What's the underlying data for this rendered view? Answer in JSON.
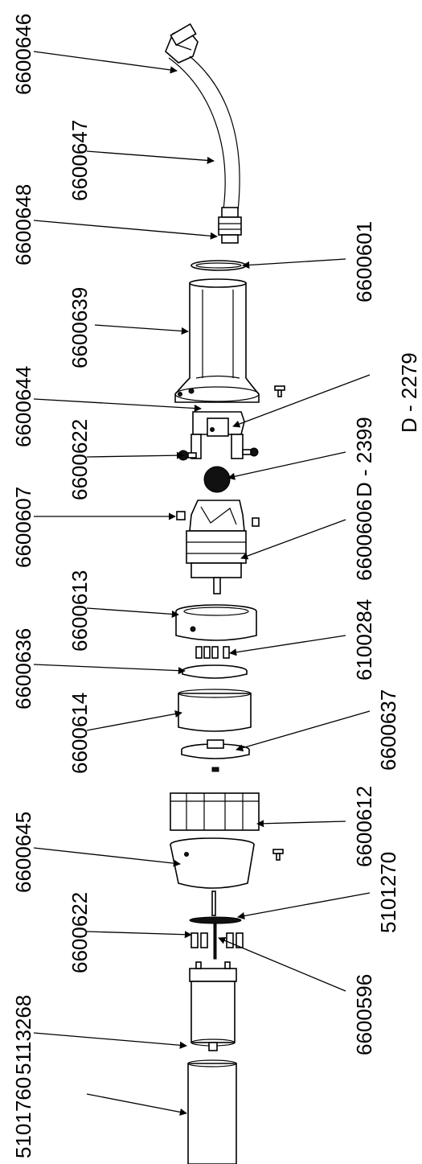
{
  "labels": {
    "p6600646": "6600646",
    "p6600647": "6600647",
    "p6600648": "6600648",
    "p6600601": "6600601",
    "p6600639": "6600639",
    "pD2279": "D - 2279",
    "p6600644": "6600644",
    "pD2399": "D - 2399",
    "p6600622a": "6600622",
    "p6600606": "6600606",
    "p6600607": "6600607",
    "p6600613": "6600613",
    "p6100284": "6100284",
    "p6600636": "6600636",
    "p6600637": "6600637",
    "p6600614": "6600614",
    "p6600612": "6600612",
    "p6600645": "6600645",
    "p5101270": "5101270",
    "p6600622b": "6600622",
    "p6600596": "6600596",
    "p5113268": "5113268",
    "p5101760": "5101760"
  }
}
